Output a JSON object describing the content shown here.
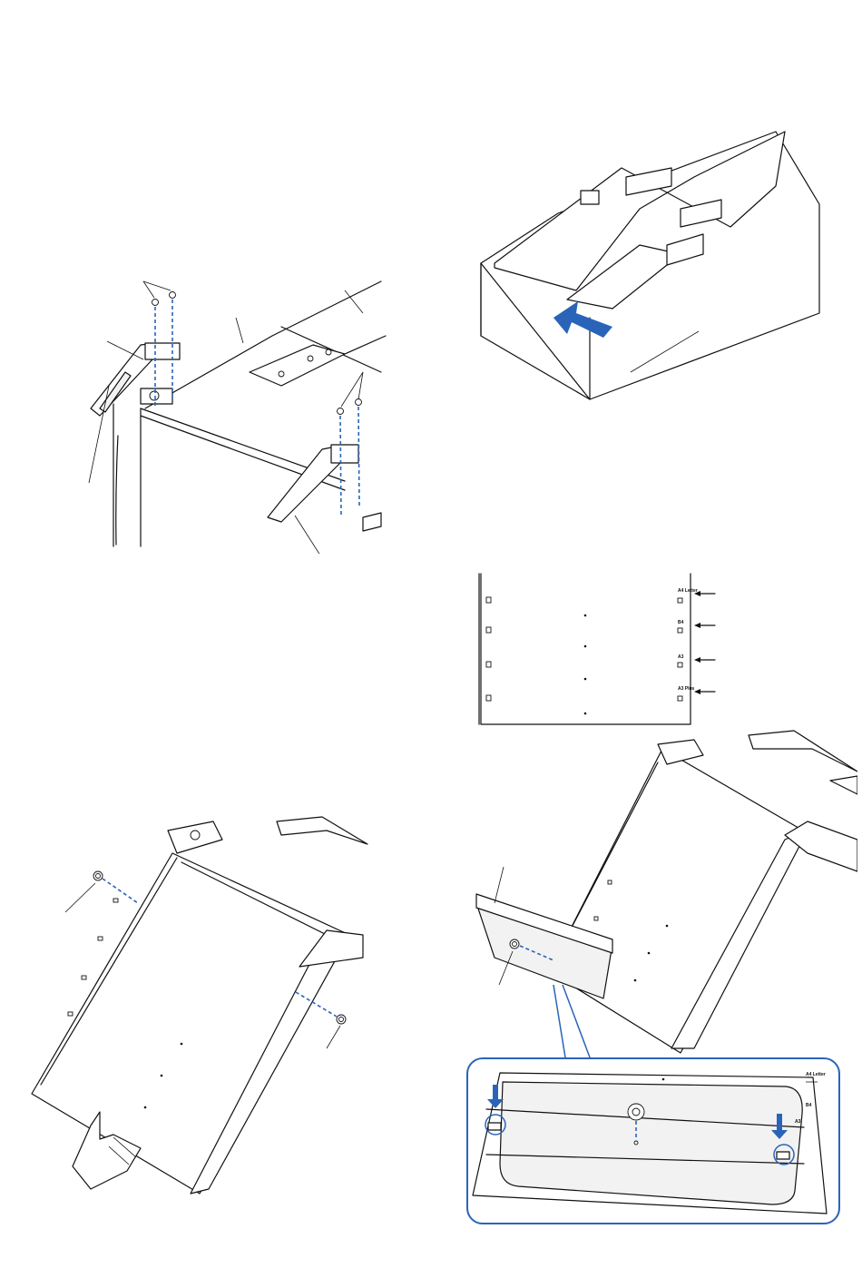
{
  "illustrations": {
    "top_left": {
      "callouts": 6
    },
    "top_right": {},
    "scale_detail": {
      "size_labels": [
        "A4 Letter",
        "B4",
        "A3",
        "A3 Plus"
      ]
    },
    "bottom_left": {
      "callouts": 2
    },
    "bottom_right": {
      "callouts": 2
    },
    "detail_inset": {
      "size_labels": [
        "A4 Letter",
        "B4",
        "A3"
      ]
    }
  },
  "colors": {
    "line": "#111111",
    "accent_blue": "#2a64b8",
    "inset_border": "#2a64b8",
    "background": "#ffffff"
  },
  "icons": [
    "blue-arrow-icon",
    "hand-icon",
    "screw-icon",
    "knob-icon"
  ]
}
